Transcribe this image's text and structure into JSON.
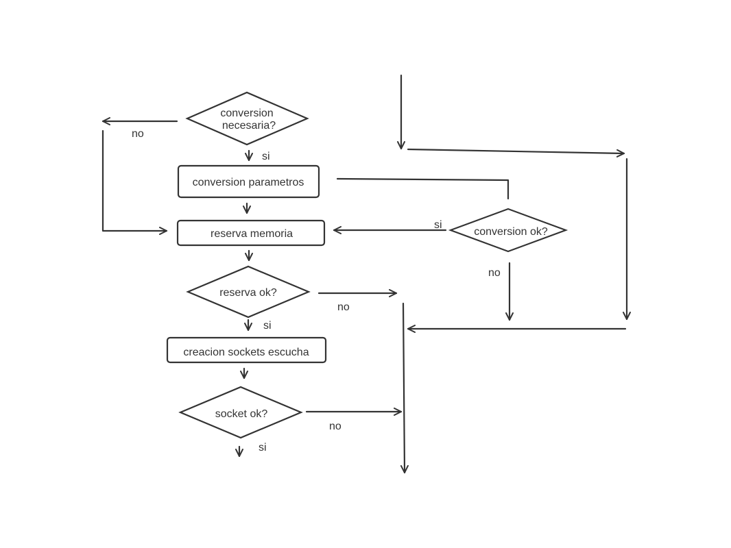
{
  "nodes": {
    "conversion_necesaria": {
      "line1": "conversion",
      "line2": "necesaria?"
    },
    "conversion_parametros": "conversion parametros",
    "reserva_memoria": "reserva memoria",
    "reserva_ok": "reserva ok?",
    "creacion_sockets": "creacion sockets escucha",
    "socket_ok": "socket ok?",
    "conversion_ok": "conversion ok?"
  },
  "edge_labels": {
    "conv_necesaria_no": "no",
    "conv_necesaria_si": "si",
    "conv_ok_si": "si",
    "conv_ok_no": "no",
    "reserva_ok_no": "no",
    "reserva_ok_si": "si",
    "socket_ok_no": "no",
    "socket_ok_si": "si"
  },
  "colors": {
    "stroke": "#333333",
    "background": "#ffffff"
  }
}
